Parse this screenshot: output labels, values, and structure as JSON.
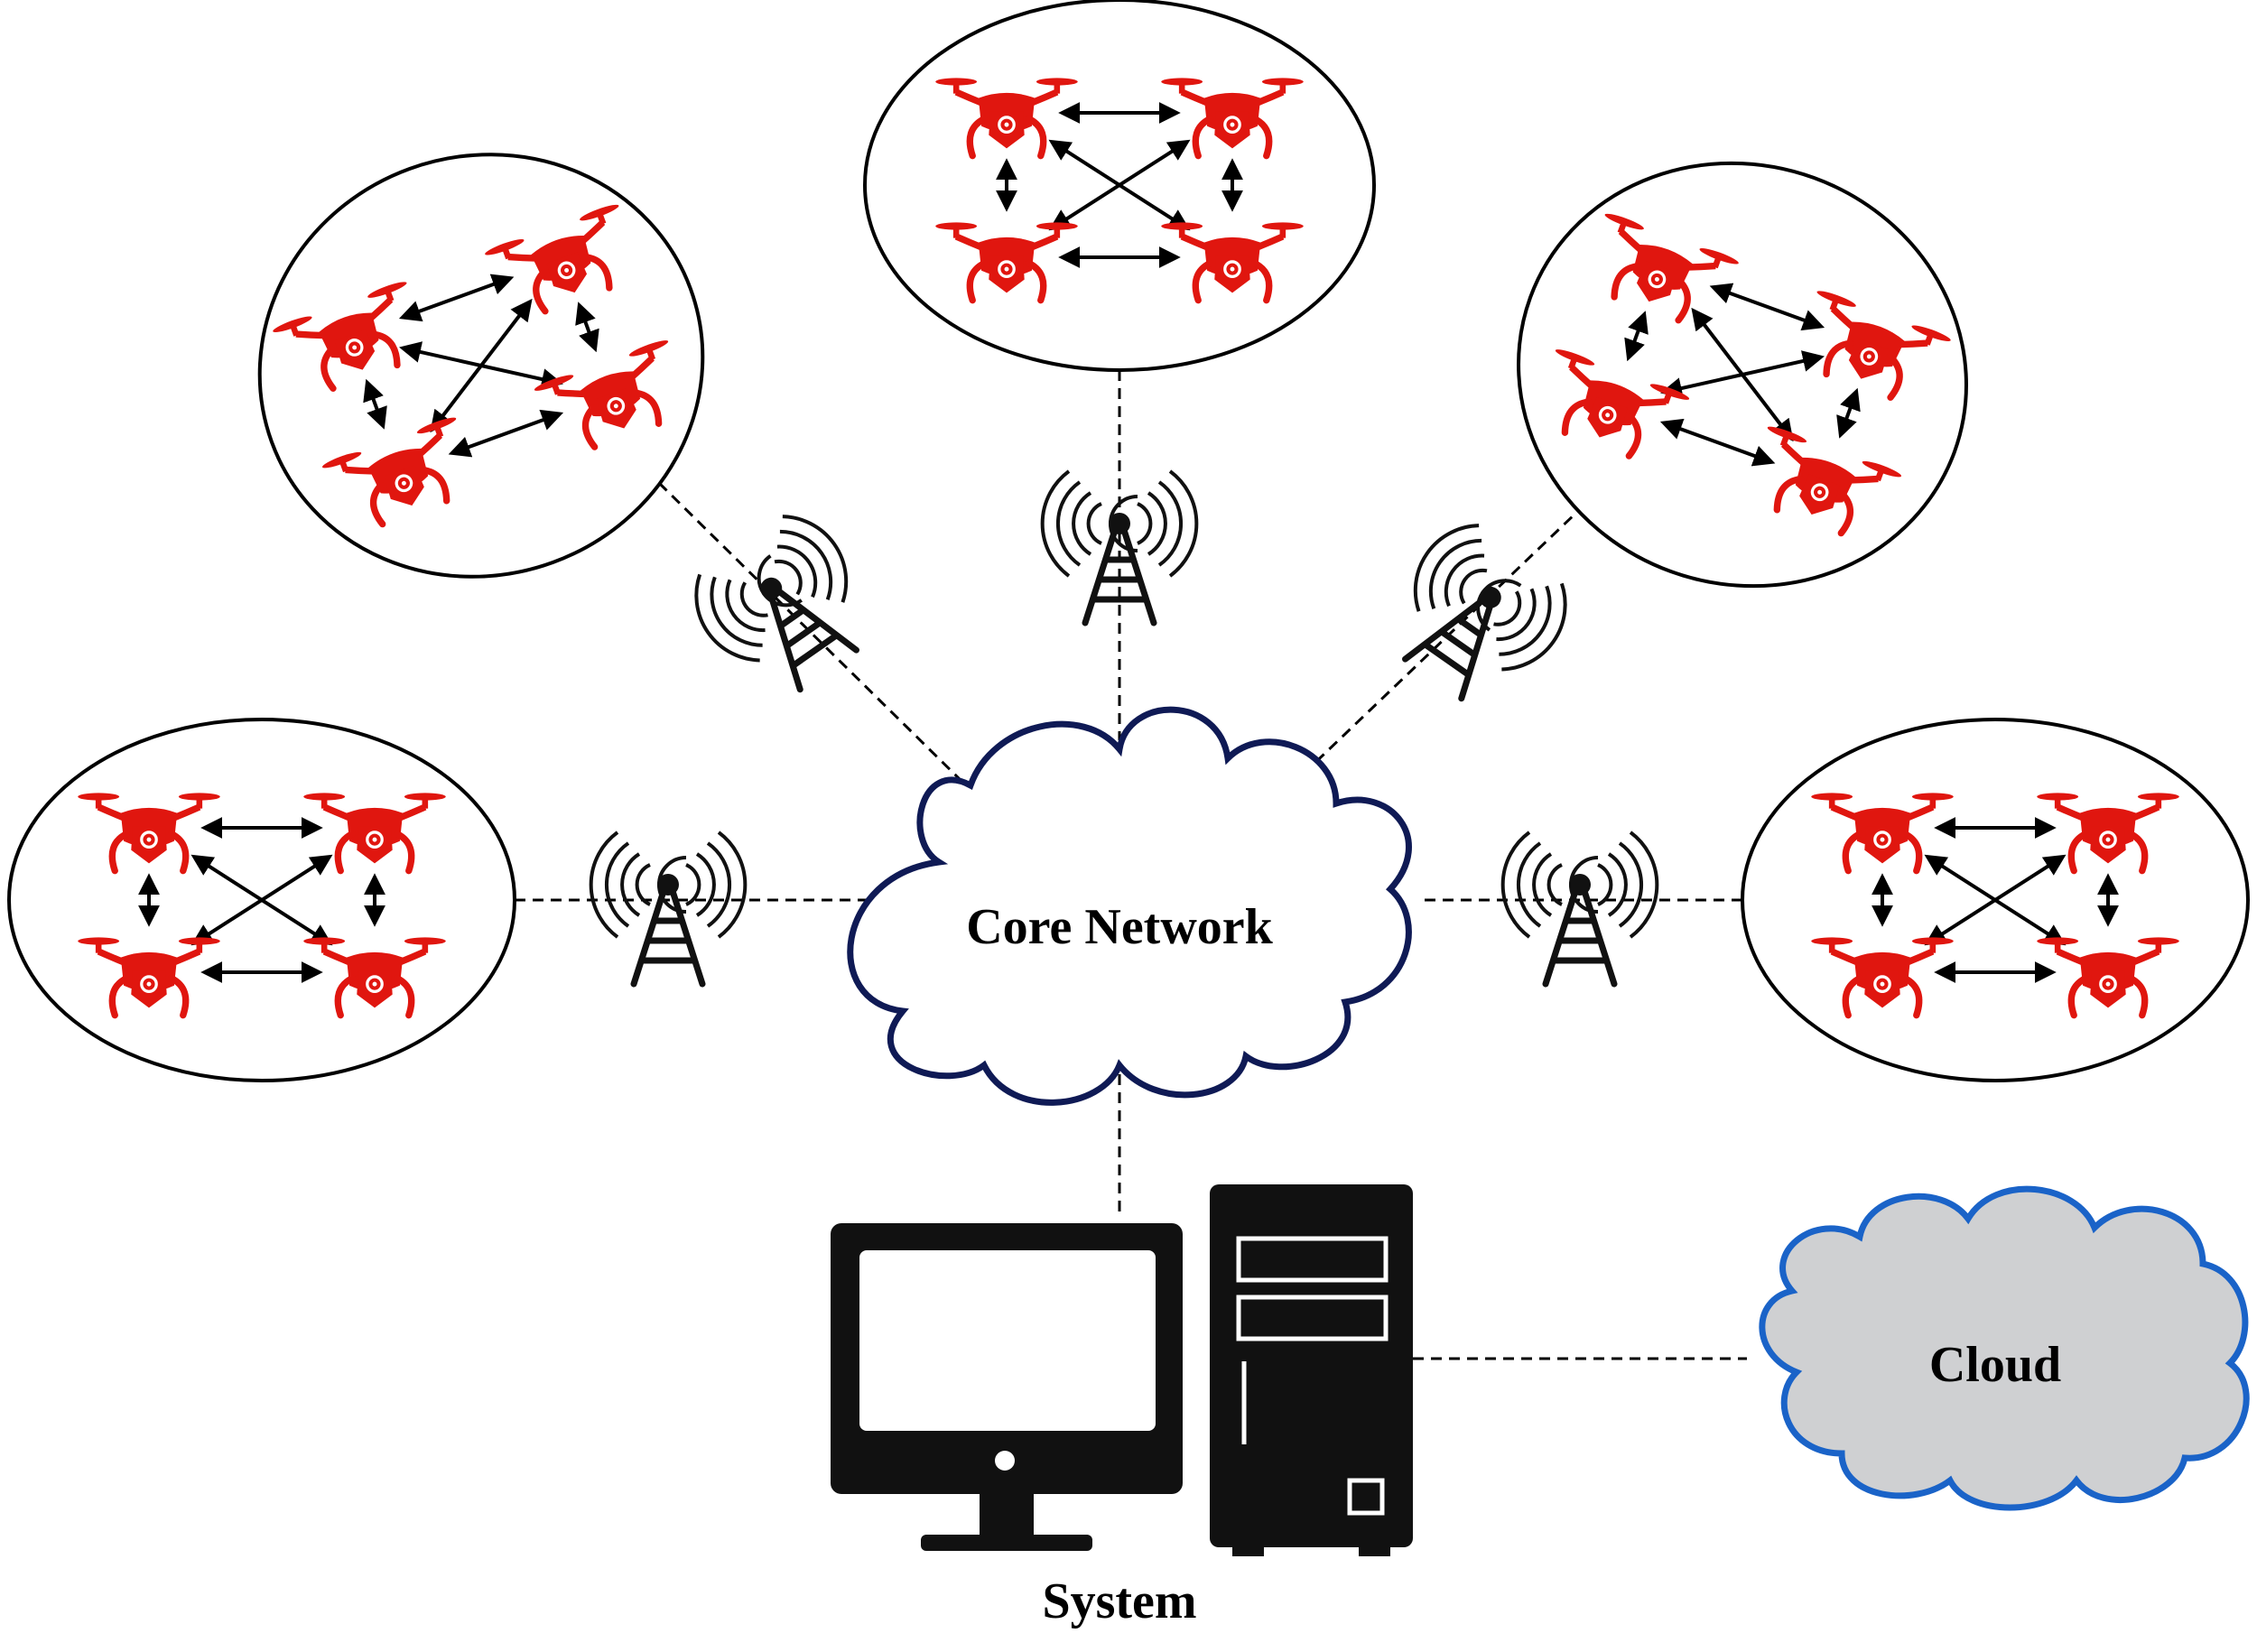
{
  "labels": {
    "core_network": "Core Network",
    "cloud": "Cloud",
    "system": "System"
  },
  "colors": {
    "drone": "#e0160f",
    "line": "#000000",
    "core_cloud_stroke": "#0f1a55",
    "cloud_fill": "#cfd0d2",
    "cloud_stroke": "#1a63c8",
    "computer": "#111111"
  },
  "icons": {
    "drone": "quadcopter-drone-icon",
    "tower": "radio-tower-icon",
    "monitor": "desktop-monitor-icon",
    "server": "pc-tower-icon"
  },
  "swarms": [
    {
      "id": "left",
      "drones": 4
    },
    {
      "id": "upper-left",
      "drones": 4
    },
    {
      "id": "top",
      "drones": 4
    },
    {
      "id": "upper-right",
      "drones": 4
    },
    {
      "id": "right",
      "drones": 4
    }
  ],
  "towers": [
    "left",
    "upper-left",
    "top",
    "upper-right",
    "right"
  ]
}
